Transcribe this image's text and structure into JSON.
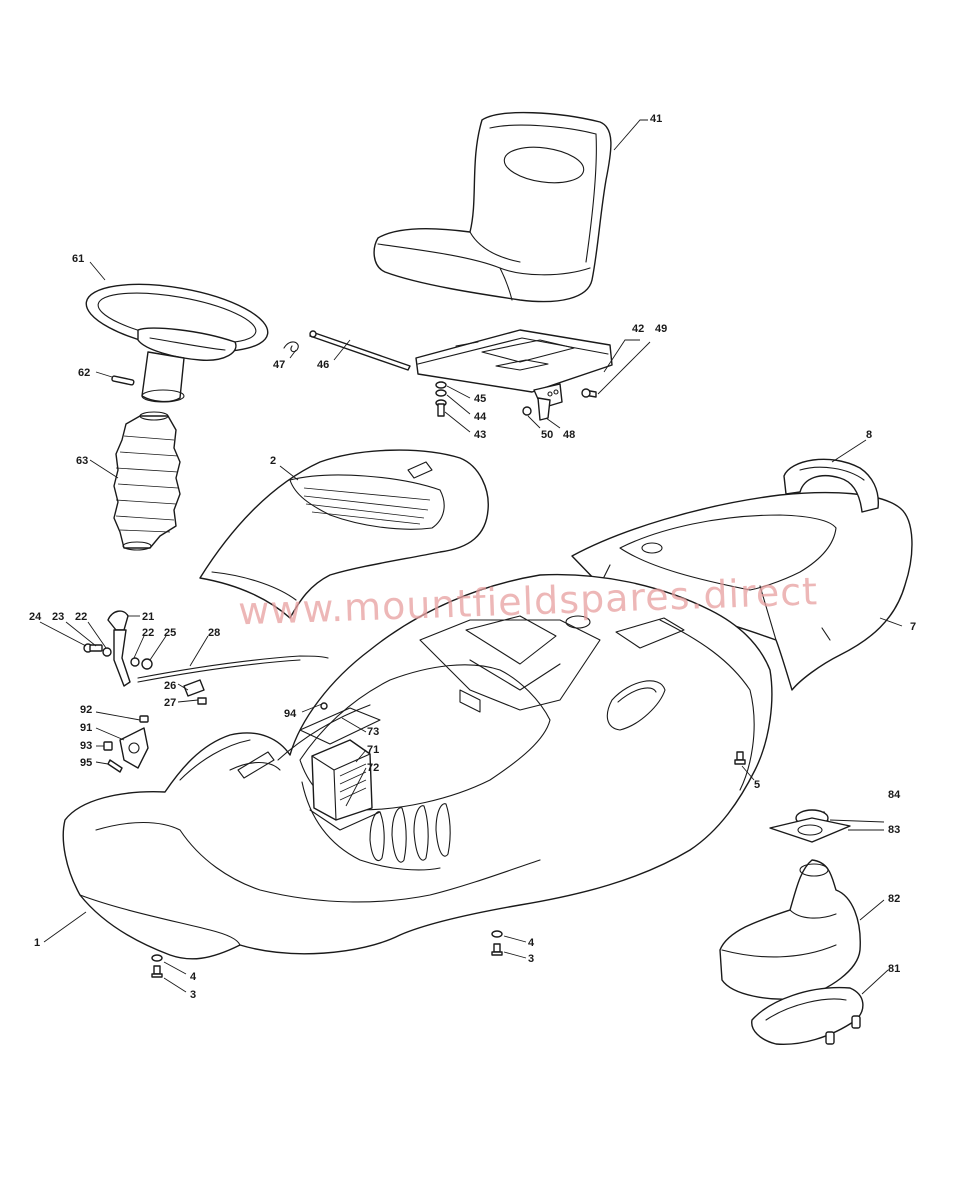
{
  "watermark": "www.mountfieldspares.direct",
  "labels": {
    "l41": "41",
    "l61": "61",
    "l42": "42",
    "l49": "49",
    "l47": "47",
    "l46": "46",
    "l62": "62",
    "l45": "45",
    "l44": "44",
    "l43": "43",
    "l50": "50",
    "l48": "48",
    "l63": "63",
    "l2": "2",
    "l8": "8",
    "l7": "7",
    "l24": "24",
    "l23": "23",
    "l22a": "22",
    "l21": "21",
    "l22b": "22",
    "l25": "25",
    "l28": "28",
    "l26": "26",
    "l27": "27",
    "l94": "94",
    "l92": "92",
    "l91": "91",
    "l93": "93",
    "l95": "95",
    "l73": "73",
    "l71": "71",
    "l72": "72",
    "l5": "5",
    "l84": "84",
    "l83": "83",
    "l82": "82",
    "l81": "81",
    "l1": "1",
    "l4a": "4",
    "l3a": "3",
    "l4b": "4",
    "l3b": "3"
  }
}
